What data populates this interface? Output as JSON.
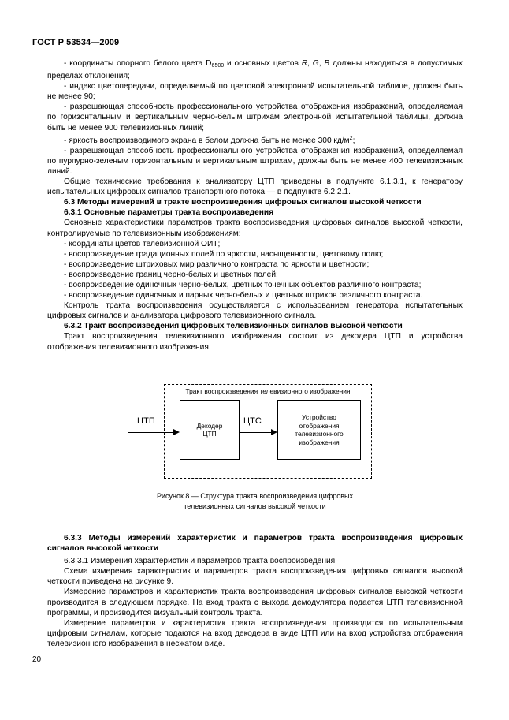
{
  "document": {
    "standard_header": "ГОСТ Р 53534—2009",
    "page_number": "20"
  },
  "body": {
    "bullet_1": "- координаты опорного белого цвета D",
    "bullet_1_sub": "6500",
    "bullet_1_cont": "  и основных цветов ",
    "bullet_1_rgb_r": "R",
    "bullet_1_rgb_sep1": ", ",
    "bullet_1_rgb_g": "G",
    "bullet_1_rgb_sep2": ", ",
    "bullet_1_rgb_b": "B",
    "bullet_1_end": " должны находиться в допустимых пределах отклонения;",
    "bullet_2": "- индекс цветопередачи, определяемый по цветовой электронной испытательной таблице, должен быть не менее 90;",
    "bullet_3": "- разрешающая способность профессионального устройства отображения изображений, определяемая по горизонтальным и вертикальным черно-белым штрихам электронной испытательной таблицы, должна быть не менее 900  телевизионных линий;",
    "bullet_4_pre": "- яркость воспроизводимого экрана в белом должна быть не менее 300 кд/м",
    "bullet_4_sup": "2",
    "bullet_4_post": ";",
    "bullet_5": "- разрешающая способность профессионального устройства отображения изображений, определяемая по пурпурно-зеленым горизонтальным и вертикальным штрихам, должны быть не менее 400 телевизионных линий.",
    "para_general": "Общие технические требования к анализатору ЦТП приведены в подпункте 6.1.3.1, к генератору испытательных цифровых сигналов  транспортного потока — в подпункте 6.2.2.1.",
    "heading_63": "6.3 Методы измерений в тракте воспроизведения цифровых сигналов высокой четкости",
    "heading_631": "6.3.1 Основные параметры тракта воспроизведения",
    "para_631": "Основные характеристики параметров тракта воспроизведения цифровых сигналов высокой четкости, контролируемые  по телевизионным изображениям:",
    "list_631": [
      "- координаты цветов телевизионной ОИТ;",
      "- воспроизведение градационных полей по яркости, насыщенности, цветовому полю;",
      "- воспроизведение штриховых мир различного контраста по яркости и цветности;",
      "- воспроизведение границ черно-белых и цветных полей;",
      "- воспроизведение одиночных черно-белых,  цветных точечных объектов различного контраста;",
      "- воспроизведение одиночных и парных черно-белых и цветных штрихов  различного контраста."
    ],
    "para_control": "Контроль тракта воспроизведения осуществляется с использованием генератора испытательных цифровых сигналов и анализатора цифрового телевизионного сигнала.",
    "heading_632": "6.3.2 Тракт воспроизведения цифровых телевизионных сигналов высокой четкости",
    "para_632": "Тракт воспроизведения телевизионного изображения состоит из  декодера ЦТП и устройства отображения телевизионного изображения."
  },
  "figure": {
    "enclosure_label": "Тракт воспроизведения телевизионного изображения",
    "block_decoder": "Декодер\nЦТП",
    "block_decoder_line1": "Декодер",
    "block_decoder_line2": "ЦТП",
    "block_display_line1": "Устройство",
    "block_display_line2": "отображения",
    "block_display_line3": "телевизионного",
    "block_display_line4": "изображения",
    "signal_input": "ЦТП",
    "signal_middle": "ЦТС",
    "caption_line1": "Рисунок 8 — Структура тракта воспроизведения  цифровых",
    "caption_line2": "телевизионных сигналов высокой четкости"
  },
  "body2": {
    "heading_633": "6.3.3 Методы измерений характеристик и параметров тракта воспроизведения цифровых сигналов высокой четкости",
    "heading_6331": "6.3.3.1 Измерения характеристик и параметров тракта воспроизведения",
    "para_1": "Схема измерения характеристик и параметров тракта воспроизведения цифровых сигналов высокой четкости  приведена на рисунке 9.",
    "para_2": "Измерение параметров и характеристик тракта воспроизведения цифровых сигналов высокой четкости производится в следующем порядке. На вход тракта с выхода демодулятора подается ЦТП телевизионной программы, и производится визуальный контроль тракта.",
    "para_3": "Измерение параметров и характеристик тракта воспроизведения производится по испытательным цифровым сигналам, которые подаются на вход декодера в виде ЦТП или на вход устройства отображения телевизионного изображения в несжатом виде."
  }
}
